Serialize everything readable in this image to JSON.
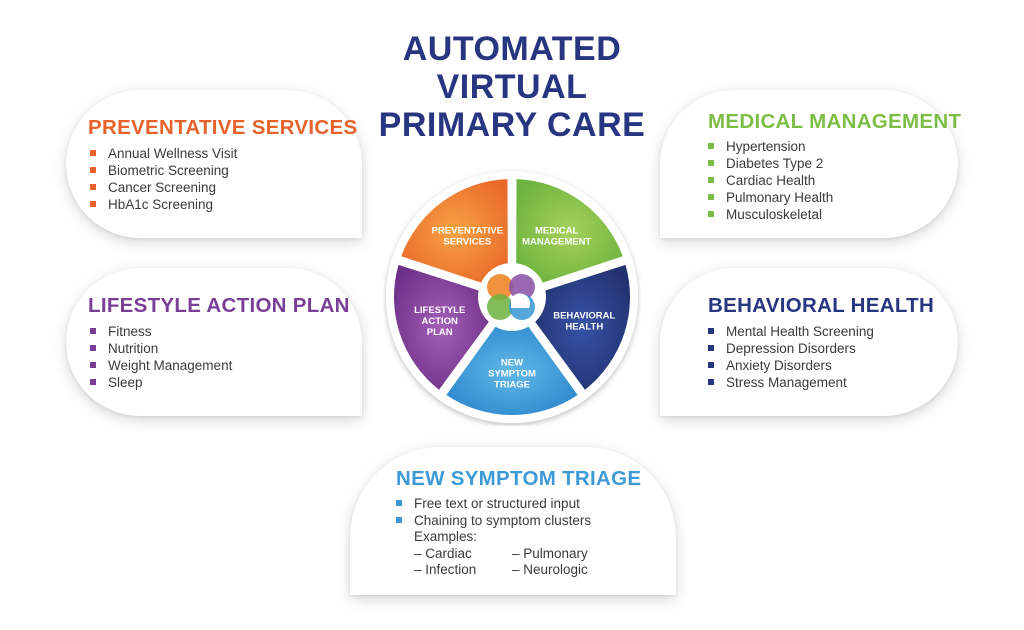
{
  "title": {
    "line1": "AUTOMATED",
    "line2": "VIRTUAL",
    "line3": "PRIMARY CARE"
  },
  "colors": {
    "title": "#283580",
    "preventative": "#E8632B",
    "medical": "#7CBE45",
    "lifestyle": "#7B3E96",
    "behavioral": "#283580",
    "triage": "#3E9AD6"
  },
  "cards": {
    "preventative": {
      "title": "PREVENTATIVE SERVICES",
      "items": [
        "Annual Wellness Visit",
        "Biometric Screening",
        "Cancer Screening",
        "HbA1c Screening"
      ]
    },
    "medical": {
      "title": "MEDICAL MANAGEMENT",
      "items": [
        "Hypertension",
        "Diabetes Type 2",
        "Cardiac Health",
        "Pulmonary Health",
        "Musculoskeletal"
      ]
    },
    "lifestyle": {
      "title": "LIFESTYLE ACTION PLAN",
      "items": [
        "Fitness",
        "Nutrition",
        "Weight Management",
        "Sleep"
      ]
    },
    "behavioral": {
      "title": "BEHAVIORAL HEALTH",
      "items": [
        "Mental Health Screening",
        "Depression Disorders",
        "Anxiety Disorders",
        "Stress Management"
      ]
    },
    "triage": {
      "title": "NEW SYMPTOM TRIAGE",
      "items": [
        "Free text or structured input",
        "Chaining to symptom clusters"
      ],
      "examples_label": "Examples:",
      "examples": [
        "–  Cardiac",
        "–  Pulmonary",
        "–  Infection",
        "–  Neurologic"
      ]
    }
  },
  "wheel": {
    "segments": [
      {
        "id": "preventative",
        "lines": [
          "PREVENTATIVE",
          "SERVICES"
        ]
      },
      {
        "id": "medical",
        "lines": [
          "MEDICAL",
          "MANAGEMENT"
        ]
      },
      {
        "id": "behavioral",
        "lines": [
          "BEHAVIORAL",
          "HEALTH"
        ]
      },
      {
        "id": "triage",
        "lines": [
          "NEW",
          "SYMPTOM",
          "TRIAGE"
        ]
      },
      {
        "id": "lifestyle",
        "lines": [
          "LIFESTYLE",
          "ACTION",
          "PLAN"
        ]
      }
    ]
  }
}
